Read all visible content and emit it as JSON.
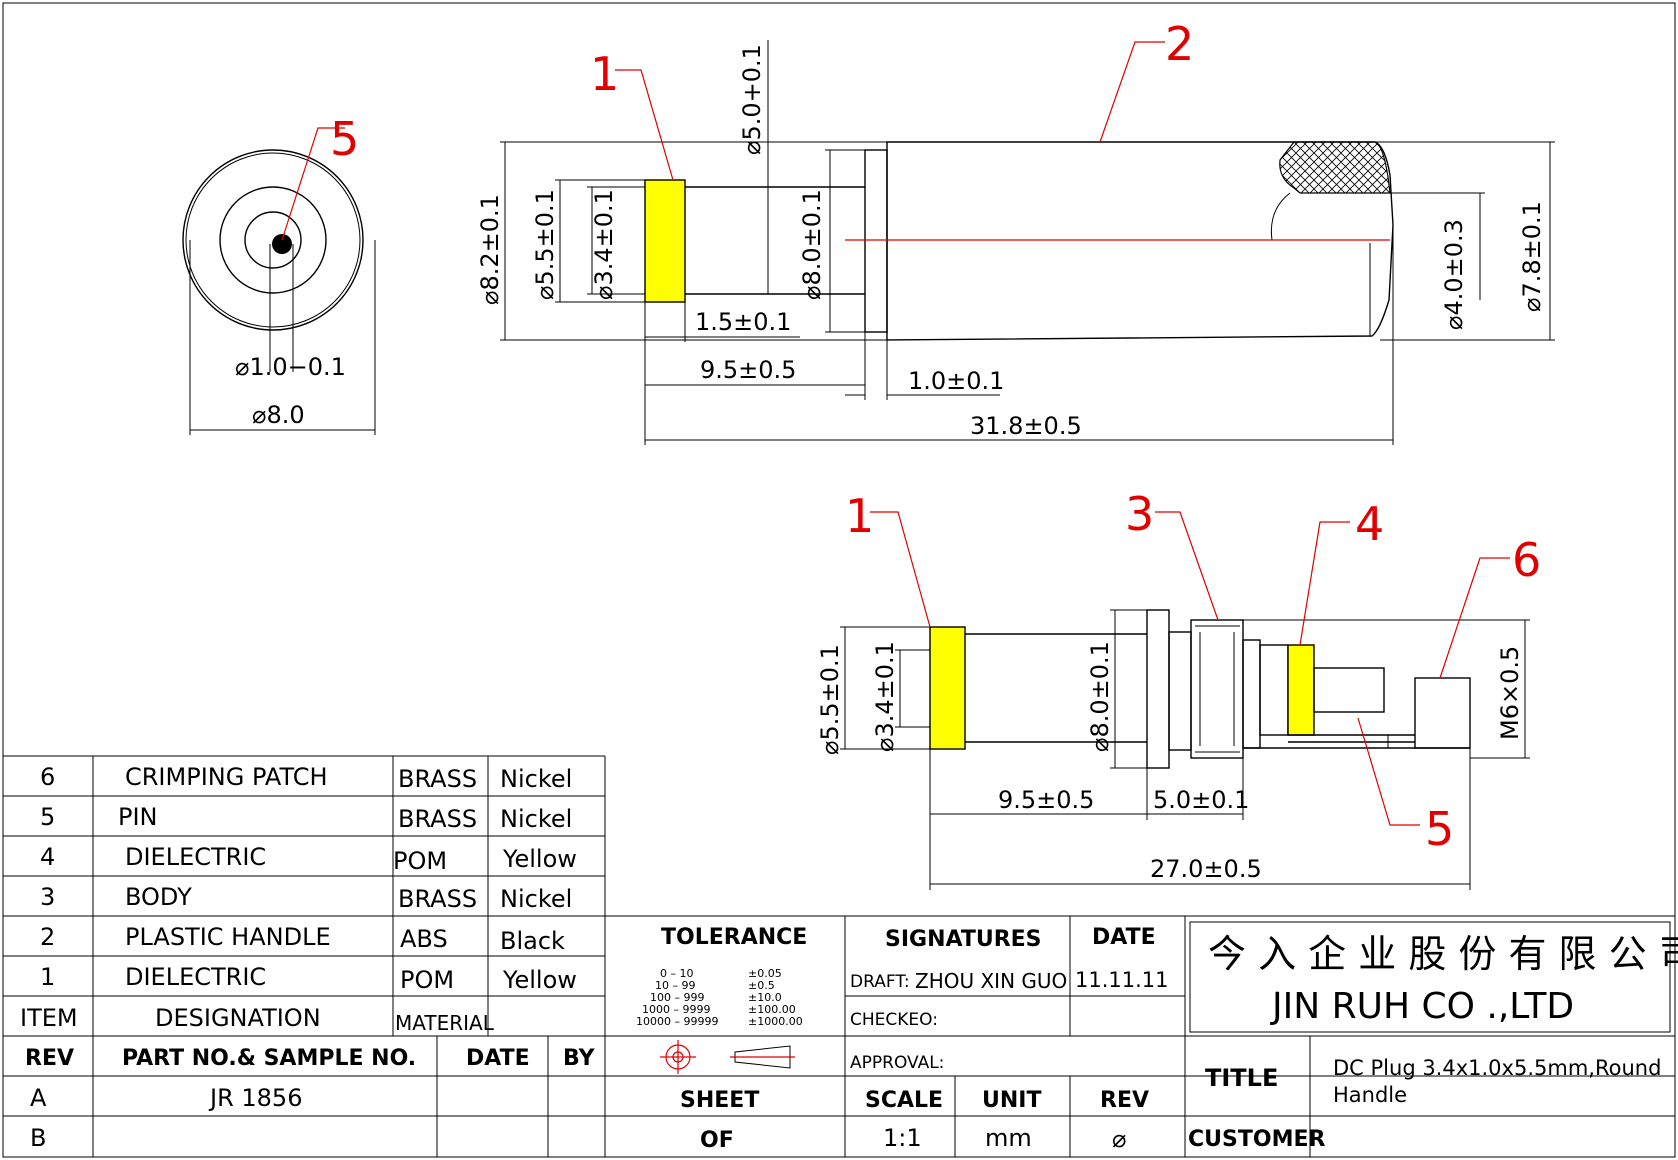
{
  "callouts": [
    "1",
    "2",
    "5",
    "1",
    "3",
    "4",
    "6",
    "5"
  ],
  "dims": {
    "end_pin": "⌀1.0−0.1",
    "end_od": "⌀8.0",
    "top_d50": "⌀5.0+0.1",
    "top_d82": "⌀8.2±0.1",
    "top_d55": "⌀5.5±0.1",
    "top_d34": "⌀3.4±0.1",
    "top_d80": "⌀8.0±0.1",
    "top_d40": "⌀4.0±0.3",
    "top_d78": "⌀7.8±0.1",
    "top_15": "1.5±0.1",
    "top_95": "9.5±0.5",
    "top_10": "1.0±0.1",
    "top_318": "31.8±0.5",
    "bot_d55": "⌀5.5±0.1",
    "bot_d34": "⌀3.4±0.1",
    "bot_d80": "⌀8.0±0.1",
    "bot_m6": "M6×0.5",
    "bot_95": "9.5±0.5",
    "bot_50": "5.0±0.1",
    "bot_270": "27.0±0.5"
  },
  "bom": {
    "rows": [
      {
        "item": "6",
        "designation": "CRIMPING  PATCH",
        "material": "BRASS",
        "finish": "Nickel"
      },
      {
        "item": "5",
        "designation": "PIN",
        "material": "BRASS",
        "finish": "Nickel"
      },
      {
        "item": "4",
        "designation": "DIELECTRIC",
        "material": "POM",
        "finish": "Yellow"
      },
      {
        "item": "3",
        "designation": "BODY",
        "material": "BRASS",
        "finish": "Nickel"
      },
      {
        "item": "2",
        "designation": "PLASTIC  HANDLE",
        "material": "ABS",
        "finish": "Black"
      },
      {
        "item": "1",
        "designation": "DIELECTRIC",
        "material": "POM",
        "finish": "Yellow"
      }
    ],
    "header": {
      "item": "ITEM",
      "designation": "DESIGNATION",
      "material": "MATERIAL"
    }
  },
  "revs": {
    "header": {
      "rev": "REV",
      "part": "PART NO.& SAMPLE NO.",
      "date": "DATE",
      "by": "BY"
    },
    "rows": [
      {
        "rev": "A",
        "part": "JR  1856"
      },
      {
        "rev": "B",
        "part": ""
      }
    ]
  },
  "tolerance": {
    "title": "TOLERANCE",
    "ranges": [
      "0  –  10",
      "10  –  99",
      "100  –  999",
      "1000  –  9999",
      "10000  –  99999"
    ],
    "values": [
      "±0.05",
      "±0.5",
      "±10.0",
      "±100.00",
      "±1000.00"
    ]
  },
  "sheet": {
    "sheet": "SHEET",
    "of": "OF"
  },
  "signatures": {
    "title": "SIGNATURES",
    "draft": "DRAFT:",
    "draft_name": "ZHOU XIN GUO",
    "checked": "CHECKEO:",
    "approval": "APPROVAL:",
    "scale": "SCALE",
    "unit": "UNIT",
    "rev": "REV",
    "scale_val": "1:1",
    "unit_val": "mm",
    "rev_val": "⌀"
  },
  "date": {
    "title": "DATE",
    "value": "11.11.11"
  },
  "company": {
    "cn": "今 入 企 业 股 份 有 限 公 司",
    "en": "JIN  RUH  CO .,LTD"
  },
  "title_block": {
    "title_label": "TITLE",
    "title_line1": "DC Plug  3.4x1.0x5.5mm,Round",
    "title_line2": "Handle",
    "customer_label": "CUSTOMER",
    "customer_value": ""
  },
  "colors": {
    "dielectric": "#ffff00",
    "callout": "#e00000",
    "line": "#000000"
  }
}
